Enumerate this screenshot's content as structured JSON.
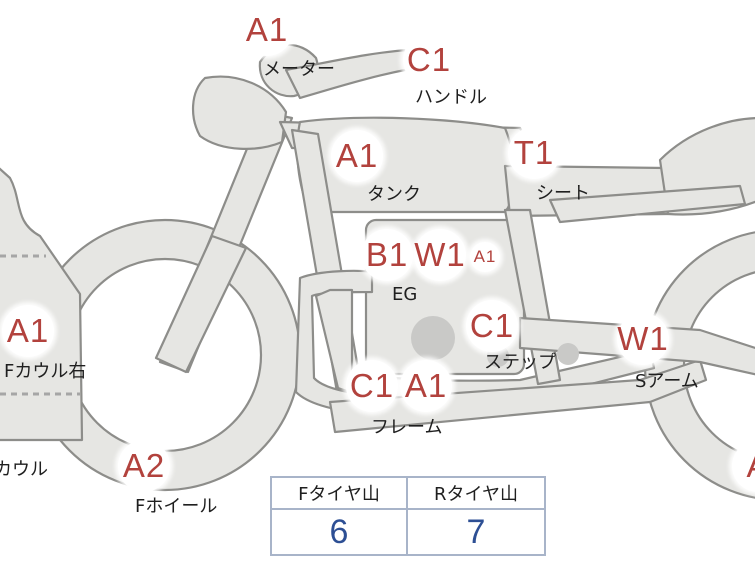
{
  "badges": {
    "meter": "A1",
    "handle": "C1",
    "tank": "A1",
    "seat": "T1",
    "eg_b": "B1",
    "eg_w": "W1",
    "eg_a": "A1",
    "step": "C1",
    "frame_c": "C1",
    "frame_a": "A1",
    "sarm": "W1",
    "fcowl_right": "A1",
    "fwheel": "A2",
    "rwheel": "A"
  },
  "labels": {
    "meter": "メーター",
    "handle": "ハンドル",
    "tank": "タンク",
    "seat": "シート",
    "eg": "EG",
    "step": "ステップ",
    "sarm": "Sアーム",
    "frame": "フレーム",
    "fcowl_right": "Fカウル右",
    "cowl": "カウル",
    "fwheel": "Fホイール"
  },
  "tire_table": {
    "front_header": "Fタイヤ山",
    "rear_header": "Rタイヤ山",
    "front_value": "6",
    "rear_value": "7"
  },
  "colors": {
    "badge_text": "#b2423d",
    "table_value": "#2d4f94",
    "table_border": "#a8b4c9",
    "part_fill": "#e6e6e3"
  }
}
